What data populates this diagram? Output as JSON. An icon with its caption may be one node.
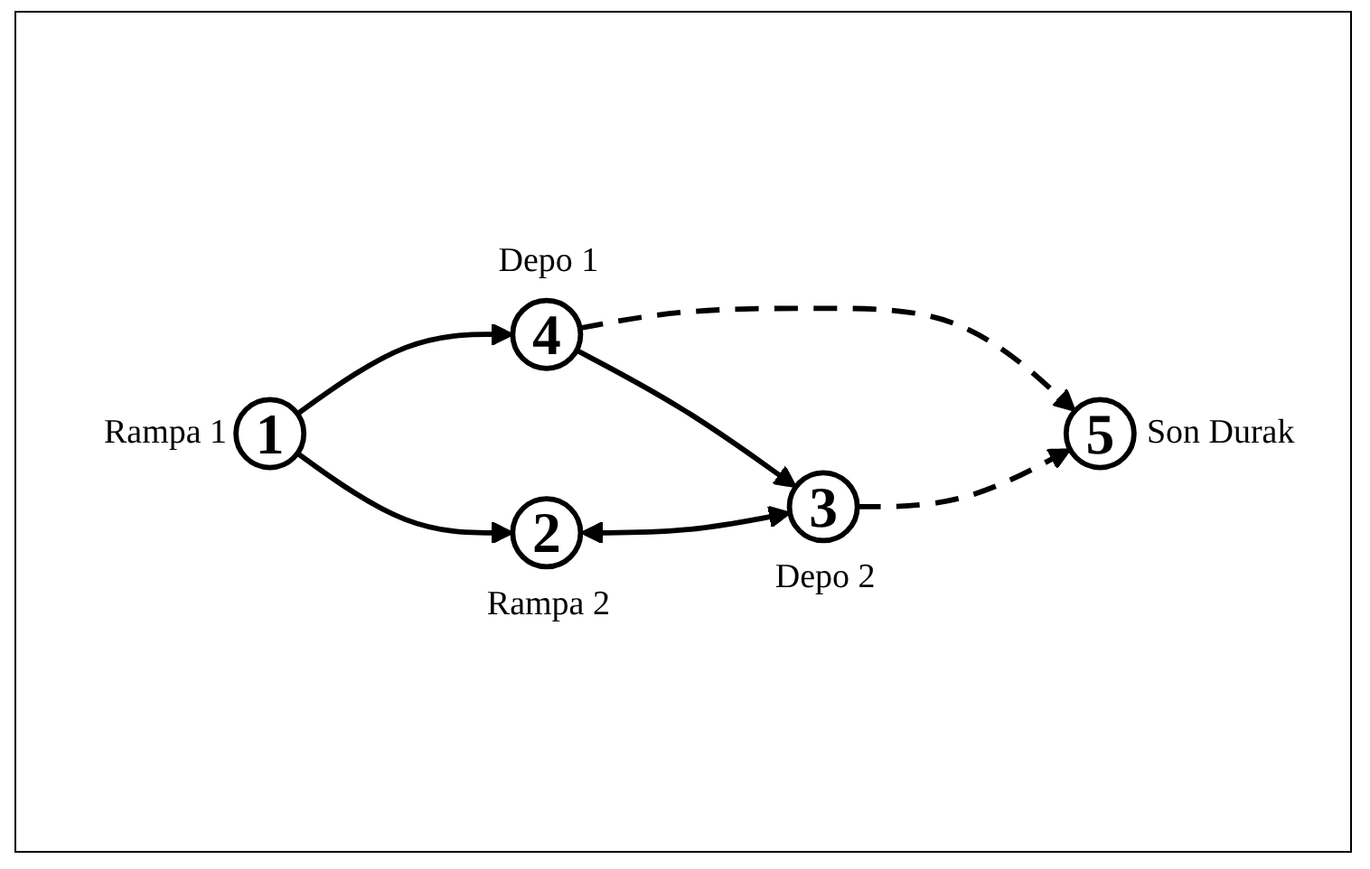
{
  "diagram": {
    "nodes": [
      {
        "text": [
          "1"
        ],
        "beside": [
          "Rampa 1"
        ]
      },
      {
        "text": [
          "4"
        ],
        "beside": [
          "Depo 1"
        ]
      },
      {
        "text": [
          "2"
        ],
        "beside": [
          "Rampa 2"
        ]
      },
      {
        "text": [
          "5"
        ],
        "beside": [
          "Son Durak"
        ]
      },
      {
        "text": [
          "3"
        ],
        "beside": [
          "Depo 2"
        ]
      }
    ],
    "edges": [
      {
        "from": 0,
        "to": 1,
        "arrow": "to"
      },
      {
        "from": 0,
        "to": 2,
        "arrow": "to"
      },
      {
        "from": 1,
        "to": 4,
        "arrow": "to"
      },
      {
        "from": 1,
        "to": 3,
        "arrow": "to",
        "style": "dashed"
      },
      {
        "from": 2,
        "to": 4,
        "arrow": "both"
      },
      {
        "from": 4,
        "to": 3,
        "arrow": "to",
        "style": "dashed"
      }
    ]
  }
}
